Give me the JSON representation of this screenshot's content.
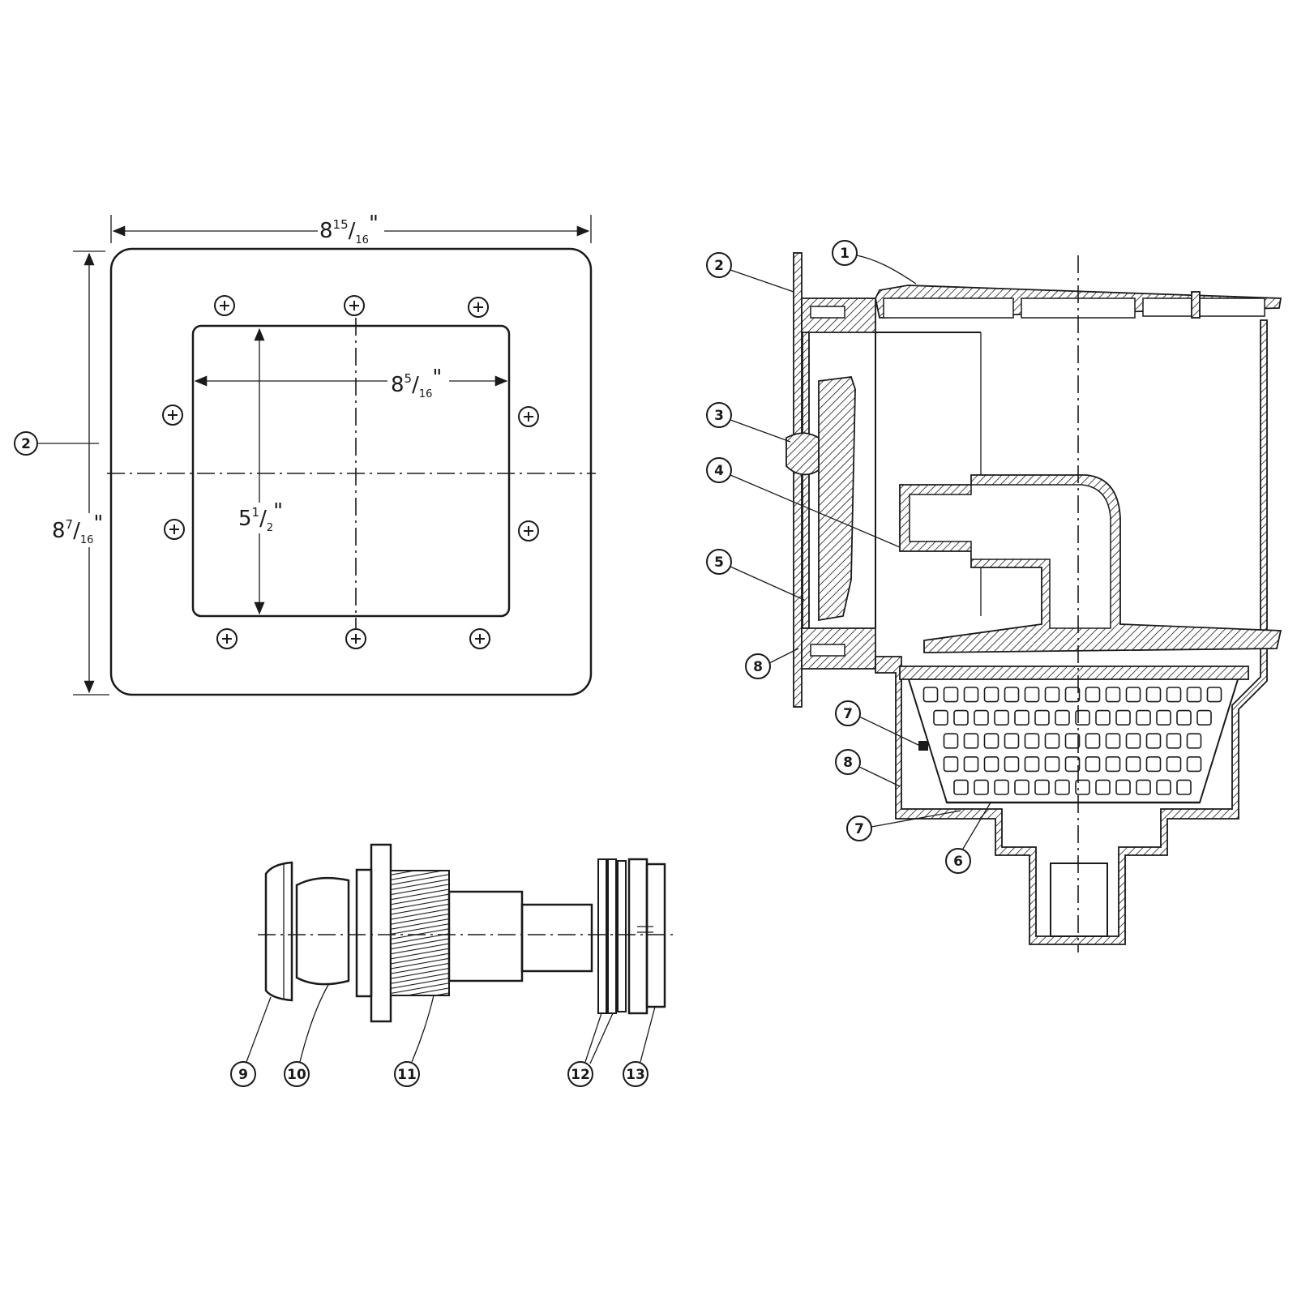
{
  "front_view": {
    "overall_width": {
      "whole": "8",
      "num": "15",
      "den": "16",
      "mark": "\""
    },
    "overall_height": {
      "whole": "8",
      "num": "7",
      "den": "16",
      "mark": "\""
    },
    "opening_width": {
      "whole": "8",
      "num": "5",
      "den": "16",
      "mark": "\""
    },
    "opening_height": {
      "whole": "5",
      "num": "1",
      "den": "2",
      "mark": "\""
    },
    "callout": "2",
    "screw_icon": "plus-screw-icon"
  },
  "section_view": {
    "callouts": [
      "1",
      "2",
      "3",
      "4",
      "5",
      "8",
      "7",
      "8",
      "7",
      "6"
    ]
  },
  "fitting_view": {
    "callouts": [
      "9",
      "10",
      "11",
      "12",
      "13"
    ]
  },
  "colors": {
    "ink": "#1a1a1a",
    "paper": "#ffffff"
  }
}
